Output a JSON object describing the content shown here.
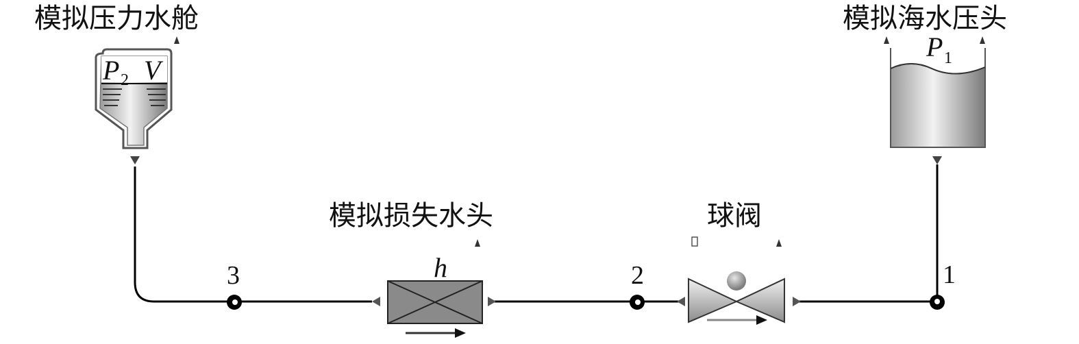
{
  "components": {
    "pressure_cabin": {
      "label": "模拟压力水舱",
      "symbol_p": "P",
      "symbol_p_sub": "2",
      "symbol_v": "V"
    },
    "seawater_head": {
      "label": "模拟海水压头",
      "symbol_p": "P",
      "symbol_p_sub": "1"
    },
    "loss_head": {
      "label": "模拟损失水头",
      "symbol": "h"
    },
    "ball_valve": {
      "label": "球阀"
    }
  },
  "nodes": [
    {
      "id": "node-1",
      "label": "1"
    },
    {
      "id": "node-2",
      "label": "2"
    },
    {
      "id": "node-3",
      "label": "3"
    }
  ],
  "colors": {
    "line": "#000000",
    "text": "#111111",
    "tank_fill": "#b8b8b8",
    "loss_fill": "#8a8a8a"
  }
}
